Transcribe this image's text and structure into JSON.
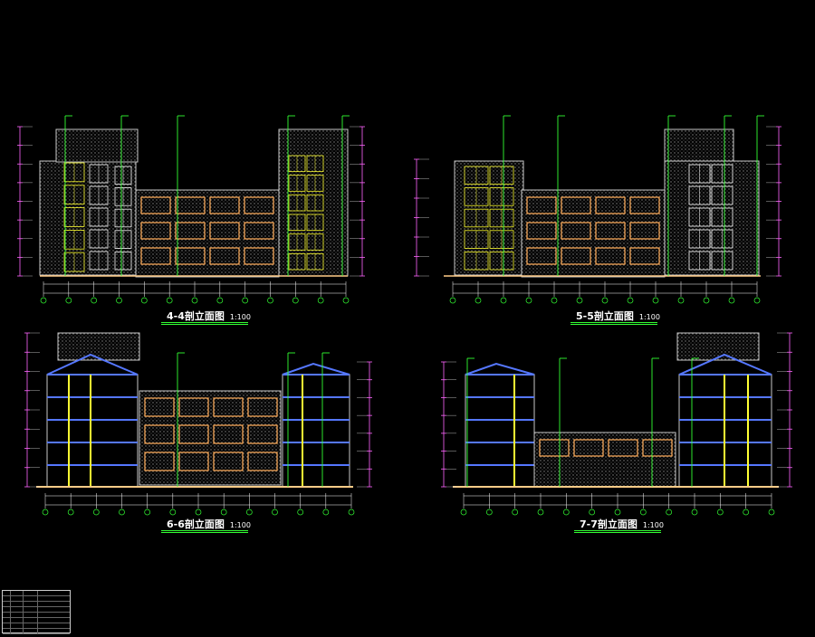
{
  "drawings": [
    {
      "id": "4-4",
      "title": "4-4剖立面图",
      "scale": "1:100"
    },
    {
      "id": "5-5",
      "title": "5-5剖立面图",
      "scale": "1:100"
    },
    {
      "id": "6-6",
      "title": "6-6剖立面图",
      "scale": "1:100"
    },
    {
      "id": "7-7",
      "title": "7-7剖立面图",
      "scale": "1:100"
    }
  ],
  "colors": {
    "background": "#000000",
    "wall": "#c8c8c8",
    "hatch": "#8a8a8a",
    "dimension": "#ff66ff",
    "leader": "#33ff33",
    "window_yellow": "#ffff33",
    "window_orange": "#ffaa55",
    "floor_blue": "#5577ff",
    "ground": "#ffcc88",
    "cyan": "#33ddff"
  }
}
